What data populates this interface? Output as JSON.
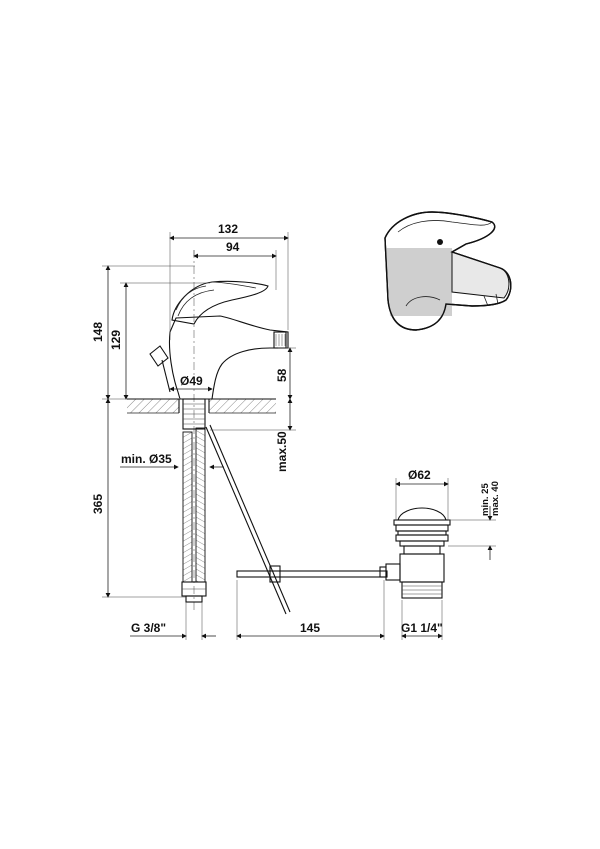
{
  "dimensions": {
    "overall_width": "132",
    "spout_width": "94",
    "total_height": "148",
    "body_height": "129",
    "base_diameter": "Ø49",
    "spout_height": "58",
    "max_deck": "max.50",
    "hole_diameter": "min. Ø35",
    "hose_length": "365",
    "hose_thread": "G 3/8\"",
    "rod_length": "145",
    "waste_diameter": "Ø62",
    "waste_min": "min. 25",
    "waste_max": "max. 40",
    "waste_thread": "G1 1/4\""
  }
}
